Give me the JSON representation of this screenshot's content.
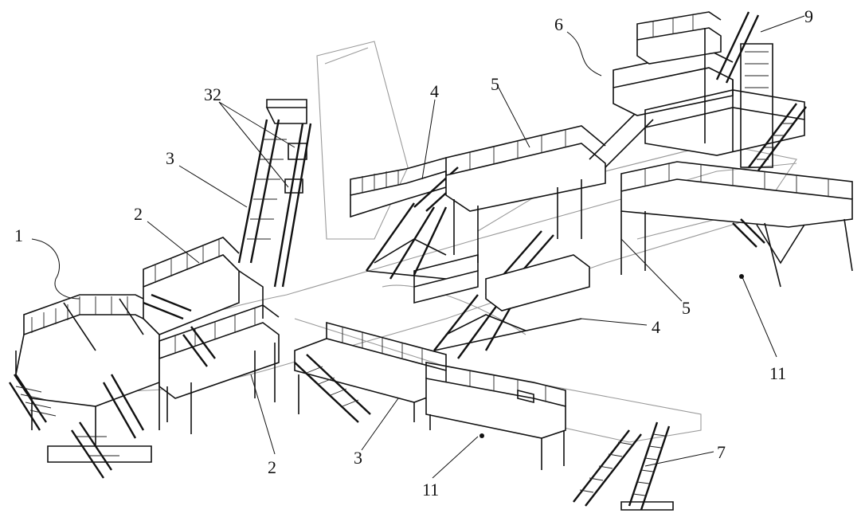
{
  "figure": {
    "callouts": [
      {
        "id": "c1",
        "text": "1"
      },
      {
        "id": "c2a",
        "text": "2"
      },
      {
        "id": "c2b",
        "text": "2"
      },
      {
        "id": "c3a",
        "text": "3"
      },
      {
        "id": "c3b",
        "text": "3"
      },
      {
        "id": "c4a",
        "text": "4"
      },
      {
        "id": "c4b",
        "text": "4"
      },
      {
        "id": "c5a",
        "text": "5"
      },
      {
        "id": "c5b",
        "text": "5"
      },
      {
        "id": "c6",
        "text": "6"
      },
      {
        "id": "c7",
        "text": "7"
      },
      {
        "id": "c9",
        "text": "9"
      },
      {
        "id": "c11a",
        "text": "11"
      },
      {
        "id": "c11b",
        "text": "11"
      },
      {
        "id": "c32",
        "text": "32"
      }
    ]
  }
}
